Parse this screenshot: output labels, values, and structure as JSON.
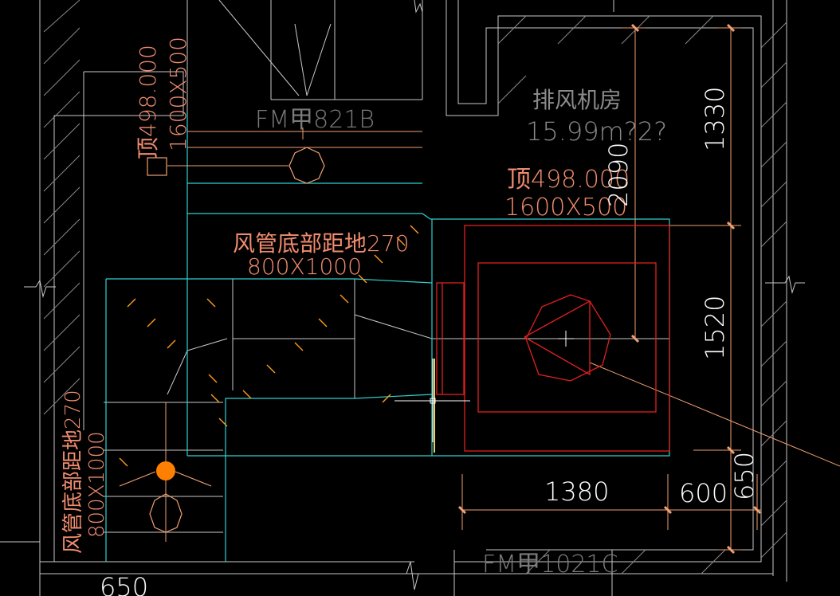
{
  "drawing": {
    "room": {
      "name": "排风机房",
      "area": "15.99m?2?"
    },
    "doors": {
      "top": "FM甲821B",
      "bottom": "FM甲1021C"
    },
    "duct_left": {
      "elevation": "顶498.000",
      "size": "1600X500"
    },
    "duct_center": {
      "elevation": "顶498.000",
      "size": "1600X500"
    },
    "duct_mid": {
      "clearance": "风管底部距地270",
      "size": "800X1000"
    },
    "duct_bottom_left": {
      "clearance": "风管底部距地270",
      "size": "800X1000"
    },
    "dimensions": {
      "d1330": "1330",
      "d2090": "2090",
      "d1520": "1520",
      "d1380": "1380",
      "d600": "600",
      "d650_right": "650",
      "d650_bottom": "650"
    }
  },
  "colors": {
    "background": "#000000",
    "text_cad": "#f08c6e",
    "dim_text": "#ffffff",
    "wall": "#c8c8c8",
    "duct_outline": "#30d0d0",
    "equipment": "#e02020",
    "extension": "#f0a070",
    "hatch_marks": "#ff9a1a",
    "fan": "#ff8000"
  }
}
